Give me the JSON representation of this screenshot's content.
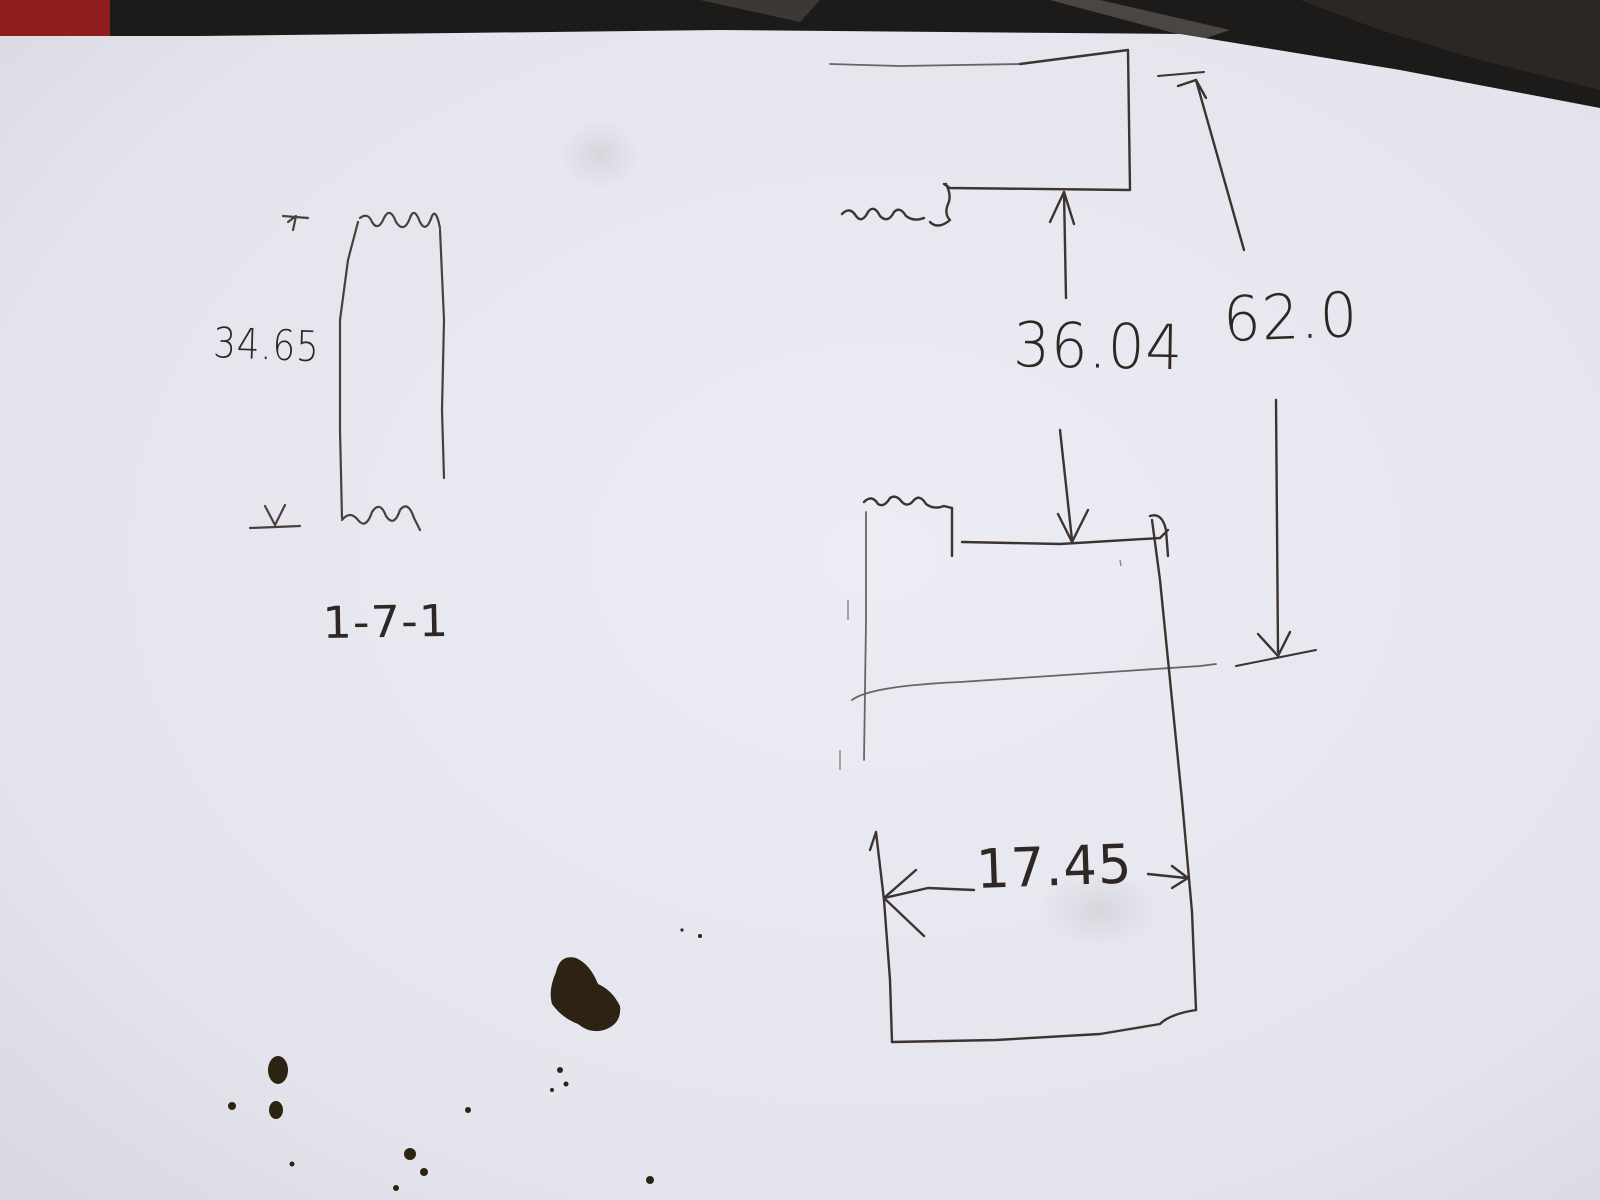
{
  "sketch": {
    "left_part": {
      "height_label": "34.65",
      "part_id": "1-7-1"
    },
    "right_part": {
      "inner_height_label": "36.04",
      "overall_height_label": "62.0",
      "width_label": "17.45"
    }
  },
  "colors": {
    "paper": "#e9e9f1",
    "ink": "#2f2723",
    "pencil": "#5a5552",
    "background": "#1d1b19",
    "red_cloth": "#8f1d1f",
    "stain": "#2c2313"
  },
  "icons": {
    "arrow": "arrow-icon",
    "break_line": "break-line-icon"
  }
}
